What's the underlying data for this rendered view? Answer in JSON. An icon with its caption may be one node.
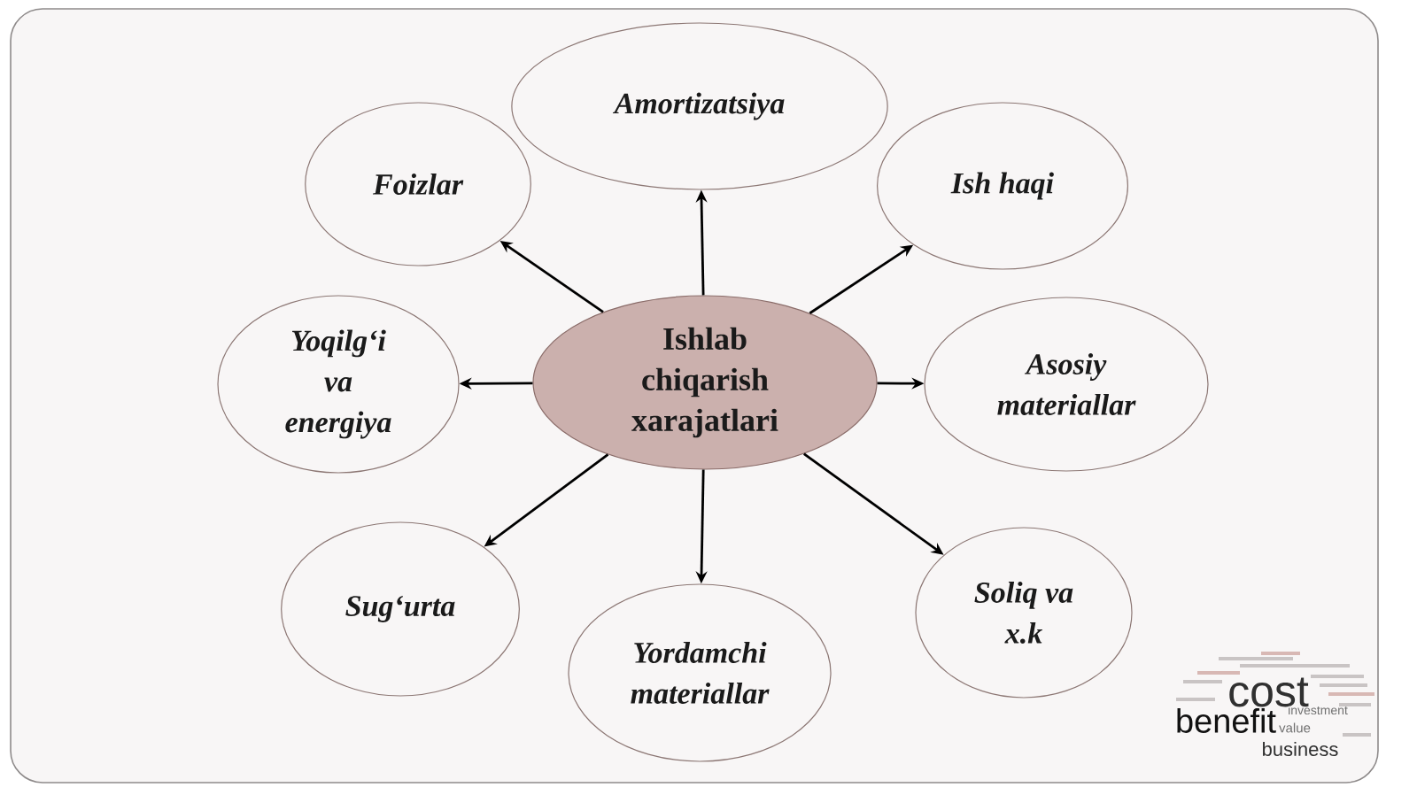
{
  "diagram": {
    "nodes": [
      {
        "text": [
          "Ishlab chiqarish xarajatlari"
        ]
      },
      {
        "text": [
          "Foizlar"
        ]
      },
      {
        "text": [
          "Amortizatsiya"
        ]
      },
      {
        "text": [
          "Ish haqi"
        ]
      },
      {
        "text": [
          "Yoqilg‘i va energiya"
        ]
      },
      {
        "text": [
          "Asosiy materiallar"
        ]
      },
      {
        "text": [
          "Sug‘urta"
        ]
      },
      {
        "text": [
          "Yordamchi materiallar"
        ]
      },
      {
        "text": [
          "Soliq va x.k"
        ]
      }
    ],
    "edges": [
      {
        "from": 0,
        "to": 1,
        "arrow": "to"
      },
      {
        "from": 0,
        "to": 2,
        "arrow": "to"
      },
      {
        "from": 0,
        "to": 3,
        "arrow": "to"
      },
      {
        "from": 0,
        "to": 4,
        "arrow": "to"
      },
      {
        "from": 0,
        "to": 5,
        "arrow": "to"
      },
      {
        "from": 0,
        "to": 6,
        "arrow": "to"
      },
      {
        "from": 0,
        "to": 7,
        "arrow": "to"
      },
      {
        "from": 0,
        "to": 8,
        "arrow": "to"
      }
    ],
    "labels": [
      "cost",
      "investment",
      "benefit",
      "value",
      "business"
    ]
  }
}
